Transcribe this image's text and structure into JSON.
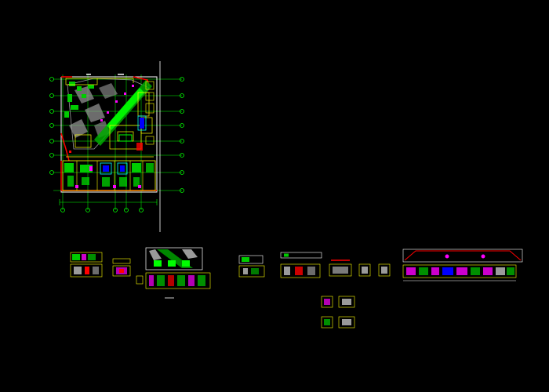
{
  "colors": {
    "background": "#000000",
    "frame": "#ffffff",
    "wall": "#ffff00",
    "grid": "#00ff00",
    "red": "#ff0000",
    "magenta": "#ff00ff",
    "blue": "#0000ff",
    "cyan": "#00ffff",
    "gray": "#9a9a9a"
  },
  "drawing": {
    "main_plan": "floor-plan",
    "detail_sheets": [
      "elevation-1",
      "elevation-2",
      "diagonal-plan-strip",
      "elevation-3",
      "elevation-4",
      "elevation-5",
      "small-detail-a",
      "small-detail-b",
      "long-elevation",
      "sub-detail-1",
      "sub-detail-2",
      "sub-detail-3",
      "sub-detail-4"
    ]
  }
}
